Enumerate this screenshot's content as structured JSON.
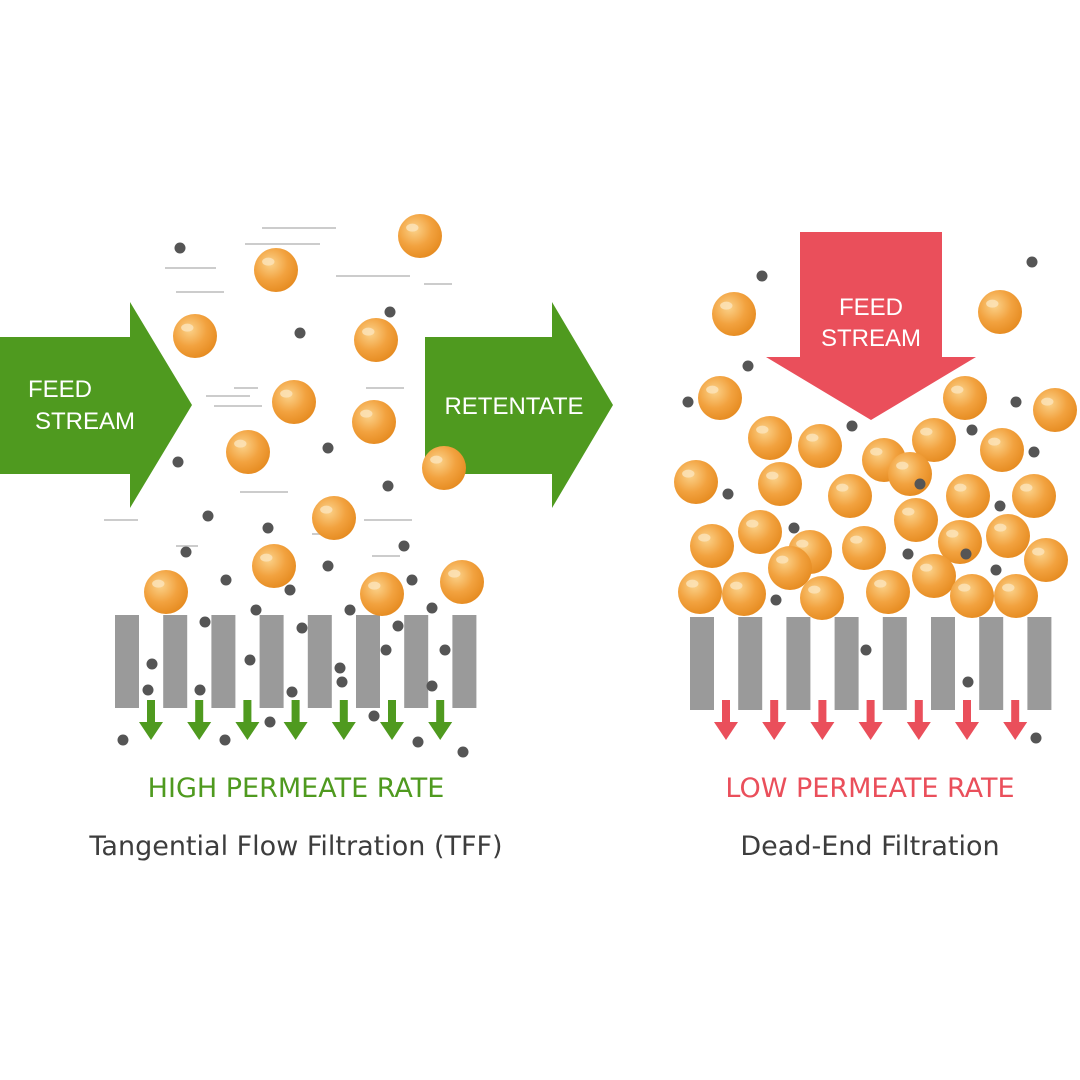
{
  "colors": {
    "green": "#4f9a1f",
    "red": "#ea4f5b",
    "particle": "#f0a040",
    "particle_edge": "#e58a1f",
    "particle_highlight": "#fbe3b8",
    "small_particle": "#555555",
    "membrane": "#9a9a9a",
    "motion_line": "#cccccc",
    "caption_text": "#3d3d3d"
  },
  "tff": {
    "feed_line1": "FEED",
    "feed_line2": "STREAM",
    "retentate": "RETENTATE",
    "rate_label": "HIGH PERMEATE RATE",
    "method_label": "Tangential Flow Filtration (TFF)"
  },
  "dead_end": {
    "feed_line1": "FEED",
    "feed_line2": "STREAM",
    "rate_label": "LOW PERMEATE RATE",
    "method_label": "Dead-End Filtration"
  }
}
